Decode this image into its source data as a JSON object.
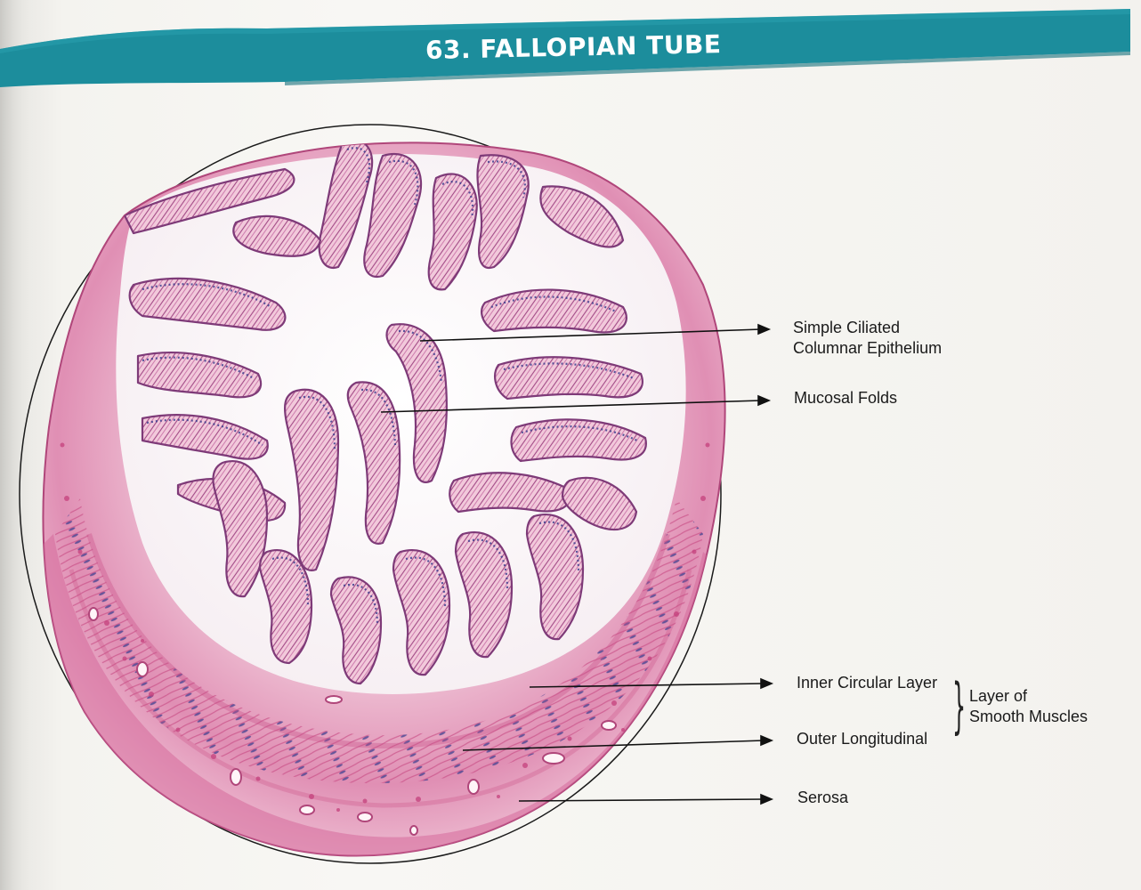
{
  "page": {
    "title": "63.  FALLOPIAN TUBE"
  },
  "colors": {
    "banner": "#1c8d9c",
    "banner_dark": "#146f7c",
    "stroma": "#e9b5cb",
    "muscle": "#d9739f",
    "nuclei": "#3d3f8e",
    "cilia": "#a24a86",
    "lumen": "#f7f4f3",
    "leader": "#111111"
  },
  "labels": {
    "epithelium": [
      "Simple Ciliated",
      "Columnar Epithelium"
    ],
    "mucosal_folds": "Mucosal Folds",
    "inner_circular": "Inner Circular Layer",
    "outer_longitudinal": "Outer Longitudinal",
    "muscle_group": [
      "Layer of",
      "Smooth Muscles"
    ],
    "serosa": "Serosa"
  }
}
